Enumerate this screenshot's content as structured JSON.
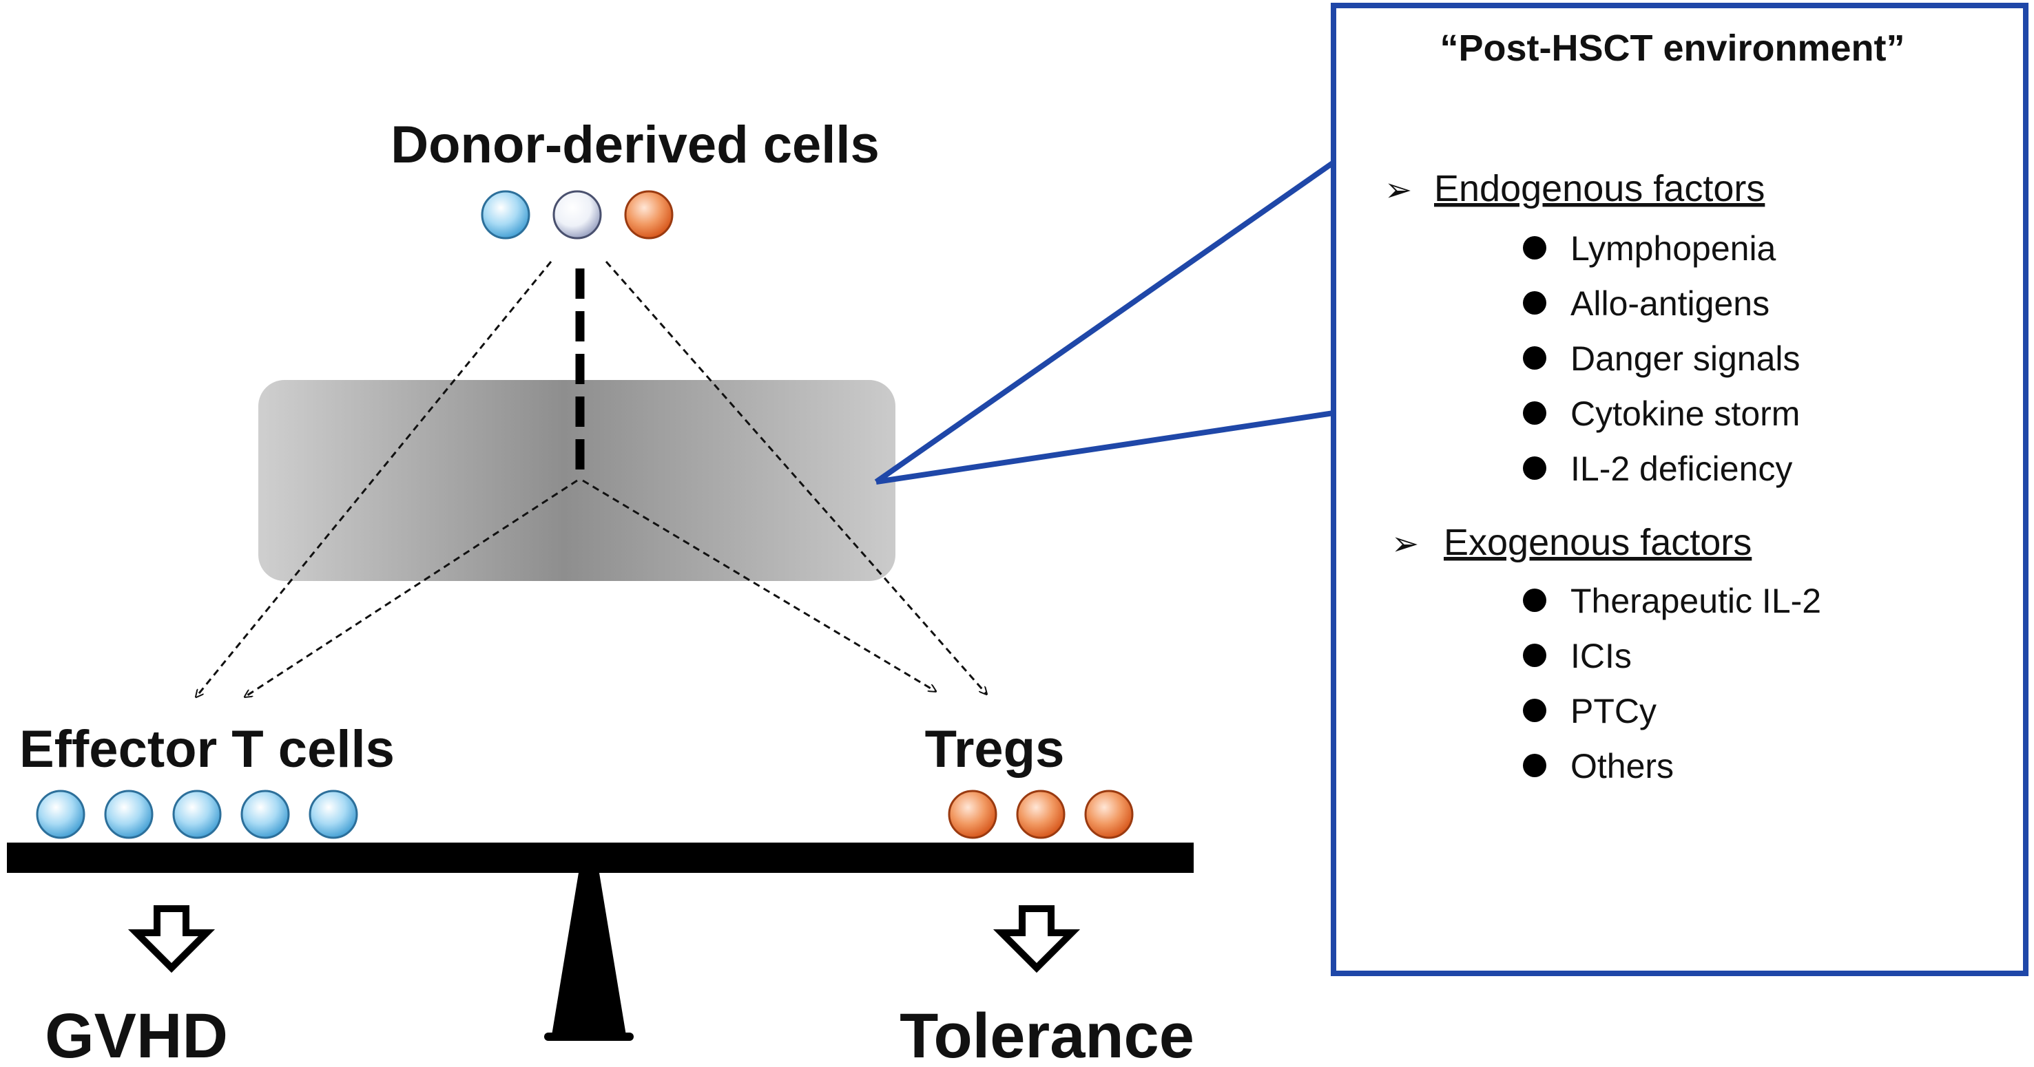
{
  "diagram": {
    "donor_title": "Donor-derived cells",
    "effector_label": "Effector T cells",
    "tregs_label": "Tregs",
    "gvhd_label": "GVHD",
    "tolerance_label": "Tolerance",
    "environment": {
      "title": "“Post-HSCT environment”",
      "endogenous": {
        "heading": "Endogenous factors",
        "items": [
          "Lymphopenia",
          "Allo-antigens",
          "Danger signals",
          "Cytokine storm",
          "IL-2 deficiency"
        ]
      },
      "exogenous": {
        "heading": "Exogenous factors",
        "items": [
          "Therapeutic IL-2",
          "ICIs",
          "PTCy",
          "Others"
        ]
      }
    },
    "colors": {
      "effector_cell": "#7cc3ea",
      "treg_cell": "#e8733a",
      "neutral_cell": "#eef1f8",
      "callout_border": "#1f47a8",
      "beam": "#000000",
      "environment_box": "#9a9a9a"
    },
    "counts": {
      "effector_cells": 5,
      "treg_cells": 3
    }
  }
}
